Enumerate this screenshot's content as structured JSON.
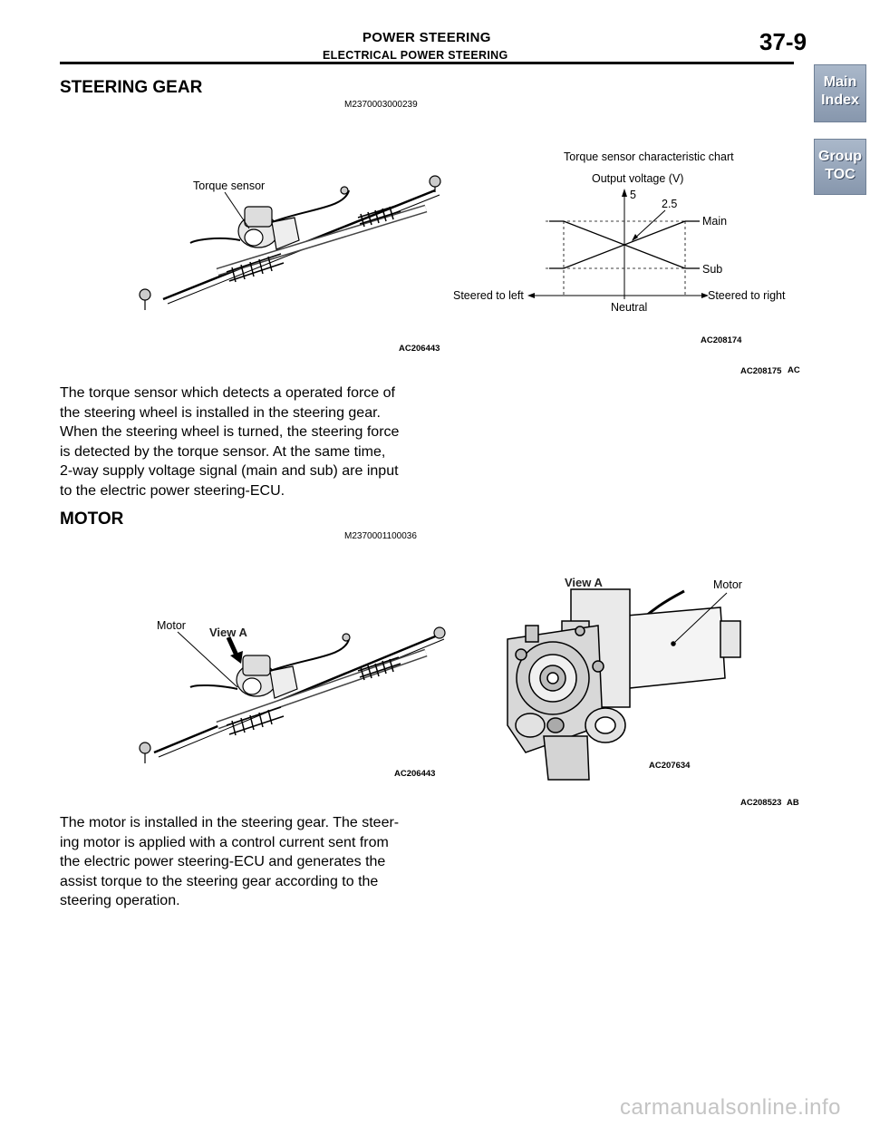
{
  "header": {
    "section_title": "POWER STEERING",
    "subsection_title": "ELECTRICAL POWER STEERING",
    "page_number": "37-9"
  },
  "nav": {
    "main_index": [
      "Main",
      "Index"
    ],
    "group_toc": [
      "Group",
      "TOC"
    ]
  },
  "steering_gear": {
    "heading": "STEERING GEAR",
    "doc_code": "M2370003000239",
    "figure": {
      "label_torque_sensor": "Torque sensor",
      "left_code": "AC206443",
      "chart_title": "Torque sensor characteristic chart",
      "chart_ylabel": "Output voltage (V)",
      "tick_5": "5",
      "tick_2_5": "2.5",
      "label_main": "Main",
      "label_sub": "Sub",
      "label_left": "Steered to left",
      "label_right": "Steered to right",
      "label_neutral": "Neutral",
      "right_code": "AC208174",
      "figure_code": "AC208175",
      "figure_suffix": "AC"
    },
    "text_lines": [
      "The torque sensor which detects a operated force of",
      "the steering wheel is installed in the steering gear.",
      "When the steering wheel is turned, the steering force",
      "is detected by the torque sensor. At the same time,",
      "2-way supply voltage signal (main and sub) are input",
      "to the electric power steering-ECU."
    ]
  },
  "motor": {
    "heading": "MOTOR",
    "doc_code": "M2370001100036",
    "figure": {
      "label_motor_left": "Motor",
      "label_view_a_left": "View A",
      "left_code": "AC206443",
      "label_view_a_right": "View A",
      "label_motor_right": "Motor",
      "right_code": "AC207634",
      "figure_code": "AC208523",
      "figure_suffix": "AB"
    },
    "text_lines": [
      "The motor is installed in the steering gear. The steer-",
      "ing motor is applied with a control current sent from",
      "the electric power steering-ECU and generates the",
      "assist torque to the steering gear according to the",
      "steering operation."
    ]
  },
  "footer": {
    "watermark": "carmanualsonline.info"
  }
}
